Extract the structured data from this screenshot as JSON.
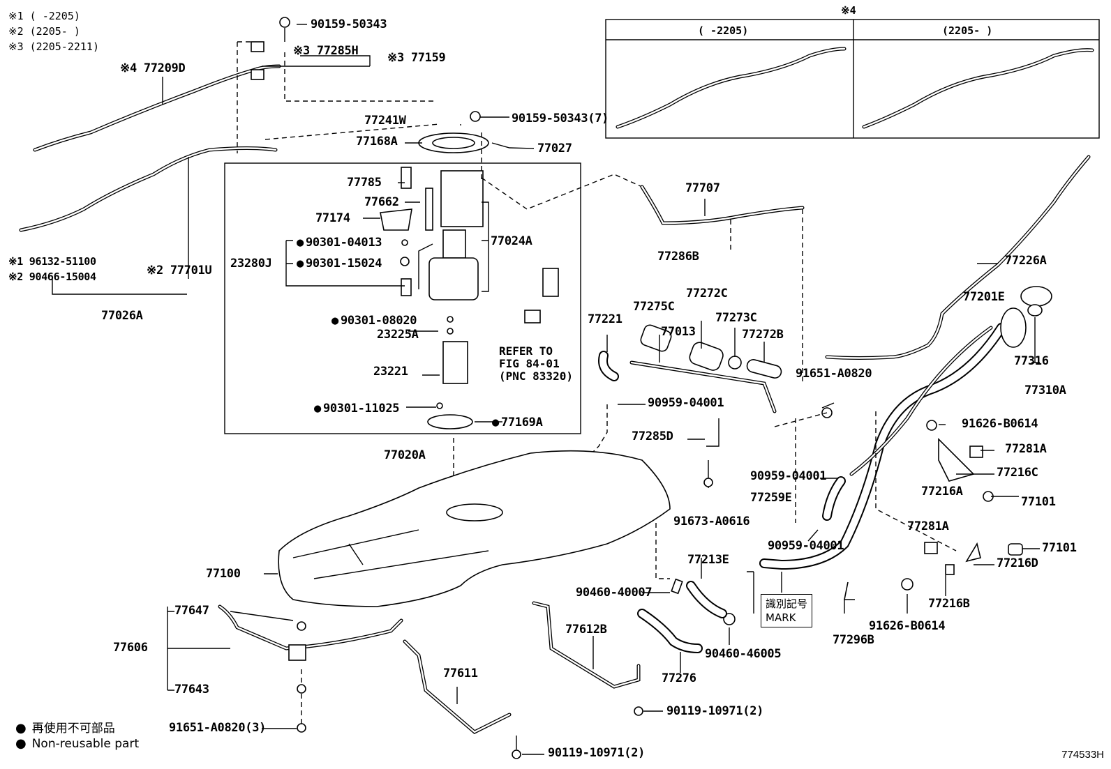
{
  "notes": [
    "※1 (      -2205)",
    "※2 (2205-      )",
    "※3 (2205-2211)"
  ],
  "inset": {
    "mark": "※4",
    "col_left": "(      -2205)",
    "col_right": "(2205-      )"
  },
  "labels": {
    "p90159_50343": "90159-50343",
    "p77285H": "※3 77285H",
    "p77159": "※3 77159",
    "p77209D": "※4 77209D",
    "p77241W": "77241W",
    "p90159_50343_7": "90159-50343(7)",
    "p77168A": "77168A",
    "p77027": "77027",
    "p77785": "77785",
    "p77662": "77662",
    "p77174": "77174",
    "p90301_04013": "90301-04013",
    "p23280J": "23280J",
    "p90301_15024": "90301-15024",
    "p77024A": "77024A",
    "p90301_08020": "90301-08020",
    "p23225A": "23225A",
    "p23221": "23221",
    "p90301_11025": "90301-11025",
    "p77169A": "77169A",
    "p77020A": "77020A",
    "p96132": "※1 96132-51100",
    "p90466": "※2 90466-15004",
    "p77701U": "※2 77701U",
    "p77026A": "77026A",
    "p77707": "77707",
    "p77286B": "77286B",
    "p77226A": "77226A",
    "p77221": "77221",
    "p77275C": "77275C",
    "p77272C": "77272C",
    "p77013": "77013",
    "p77273C": "77273C",
    "p77272B": "77272B",
    "p91651_A0820": "91651-A0820",
    "p90959_04001a": "90959-04001",
    "p77285D": "77285D",
    "p77201E": "77201E",
    "p77316": "77316",
    "p77310A": "77310A",
    "p91626_B0614a": "91626-B0614",
    "p77281Aa": "77281A",
    "p77216C": "77216C",
    "p77216A": "77216A",
    "p77101a": "77101",
    "p90959_04001b": "90959-04001",
    "p77259E": "77259E",
    "p91673_A0616": "91673-A0616",
    "p90959_04001c": "90959-04001",
    "p77281Ab": "77281A",
    "p77101b": "77101",
    "p77216D": "77216D",
    "p77216B": "77216B",
    "p91626_B0614b": "91626-B0614",
    "p77296B": "77296B",
    "p77100": "77100",
    "p77213E": "77213E",
    "p90460_40007": "90460-40007",
    "p90460_46005": "90460-46005",
    "p77276": "77276",
    "p77612B": "77612B",
    "p90119_10971a": "90119-10971(2)",
    "p77647": "77647",
    "p77606": "77606",
    "p77643": "77643",
    "p91651_A0820_3": "91651-A0820(3)",
    "p77611": "77611",
    "p90119_10971b": "90119-10971(2)"
  },
  "refer": "REFER TO\nFIG 84-01\n(PNC 83320)",
  "mark_box": {
    "line1": "識別記号",
    "line2": "MARK"
  },
  "legend": {
    "jp": "再使用不可部品",
    "en": "Non-reusable part"
  },
  "diagram_number": "774533H"
}
